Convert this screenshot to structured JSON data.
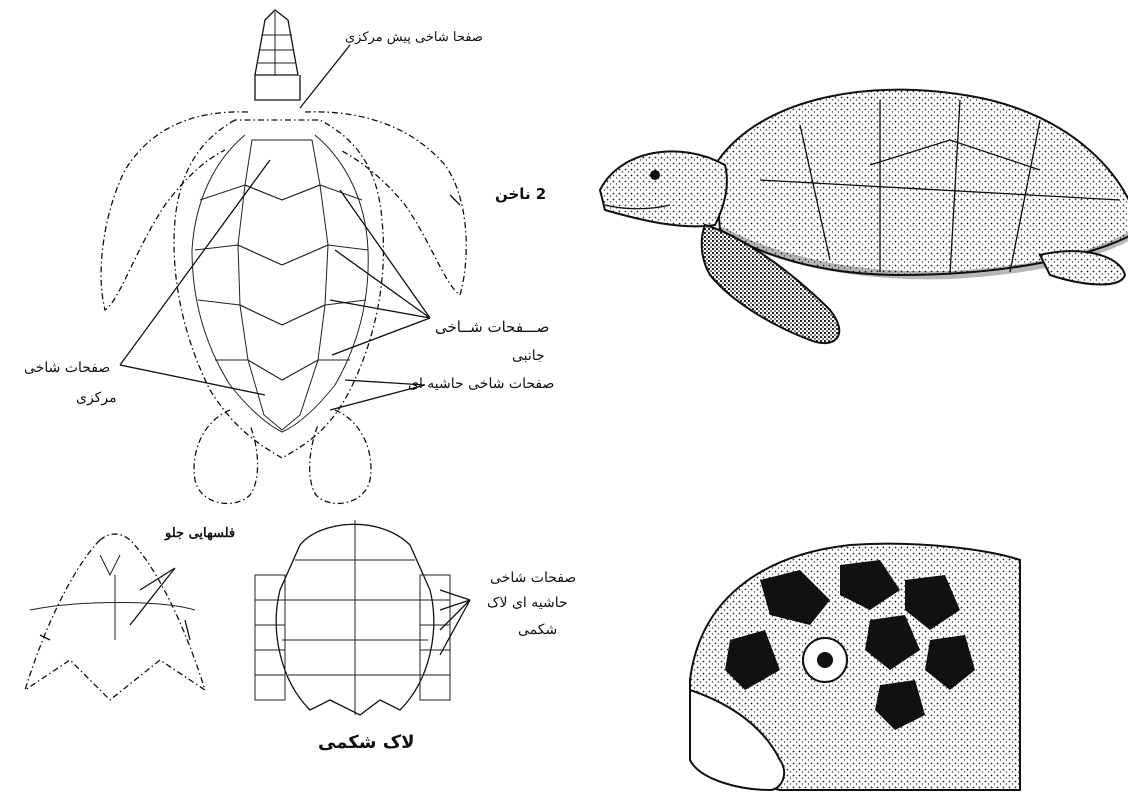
{
  "labels": {
    "precentral": "صفحا شاخی پیش مرکزی",
    "claws": "2 ناخن",
    "lateral_1": "صـــفحات شــاخی",
    "lateral_2": "جانبی",
    "marginal": "صفحات شاخی حاشیه ای",
    "central_1": "صفحات شاخی",
    "central_2": "مرکزی",
    "prefrontal": "فلسهایی جلو",
    "plastron_marg_1": "صفحات شاخی",
    "plastron_marg_2": "حاشیه ای لاک",
    "plastron_marg_3": "شکمی",
    "plastron_title": "لاک شکمی"
  },
  "colors": {
    "ink": "#111111",
    "background": "#ffffff"
  }
}
